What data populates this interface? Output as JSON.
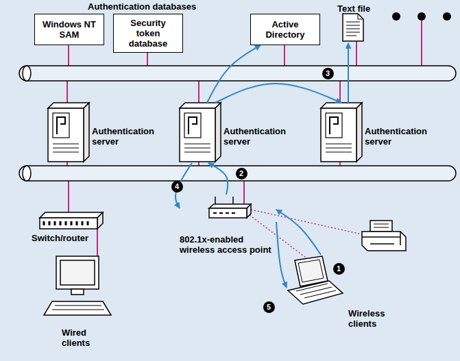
{
  "diagram": {
    "title": "Authentication databases",
    "nodes": [
      {
        "text": [
          "Windows NT SAM"
        ]
      },
      {
        "text": [
          "Security token database"
        ]
      },
      {
        "text": [
          "Active Directory"
        ]
      },
      {
        "text": [
          "Text file"
        ]
      },
      {
        "text": [
          "Authentication server"
        ]
      },
      {
        "text": [
          "Authentication server"
        ]
      },
      {
        "text": [
          "Authentication server"
        ]
      },
      {
        "text": [
          "802.1x-enabled wireless access point"
        ]
      },
      {
        "text": [
          "Switch/router"
        ]
      },
      {
        "text": [
          "Wired clients"
        ]
      },
      {
        "text": [
          "Wireless clients"
        ]
      }
    ],
    "edges": [
      {
        "from": 10,
        "to": 7,
        "arrow": "to"
      },
      {
        "from": 7,
        "to": 5,
        "arrow": "to"
      },
      {
        "from": 5,
        "to": 2,
        "arrow": "to"
      },
      {
        "from": 5,
        "to": 6,
        "arrow": "to"
      },
      {
        "from": 6,
        "to": 3,
        "arrow": "to"
      },
      {
        "from": 5,
        "to": 7,
        "arrow": "to"
      },
      {
        "from": 7,
        "to": 10,
        "arrow": "to"
      }
    ],
    "labels": [
      "3",
      "2",
      "4",
      "1",
      "5"
    ]
  }
}
